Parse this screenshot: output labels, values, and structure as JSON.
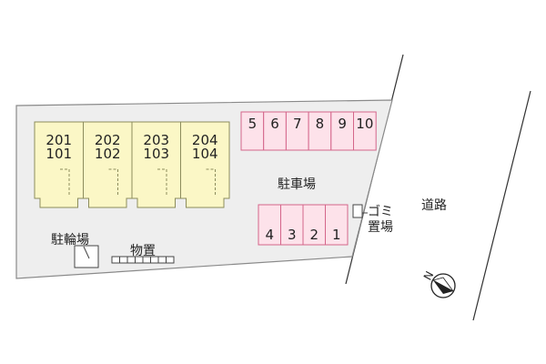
{
  "colors": {
    "lot_fill": "#eeeeee",
    "lot_stroke": "#8a8a8a",
    "building_fill": "#fbf7c6",
    "building_stroke": "#8c8c5c",
    "parking_fill": "#fde2ea",
    "parking_stroke": "#d4658a",
    "line": "#333333"
  },
  "units": [
    {
      "upper": "201",
      "lower": "101"
    },
    {
      "upper": "202",
      "lower": "102"
    },
    {
      "upper": "203",
      "lower": "103"
    },
    {
      "upper": "204",
      "lower": "104"
    }
  ],
  "parking_top": [
    "5",
    "6",
    "7",
    "8",
    "9",
    "10"
  ],
  "parking_bottom": [
    "4",
    "3",
    "2",
    "1"
  ],
  "labels": {
    "parking_lot": "駐車場",
    "bicycle_parking": "駐輪場",
    "storage": "物置",
    "garbage_line1": "ゴミ",
    "garbage_line2": "置場",
    "road": "道路"
  },
  "compass": {
    "letter": "N",
    "icon": "north-arrow-icon"
  }
}
